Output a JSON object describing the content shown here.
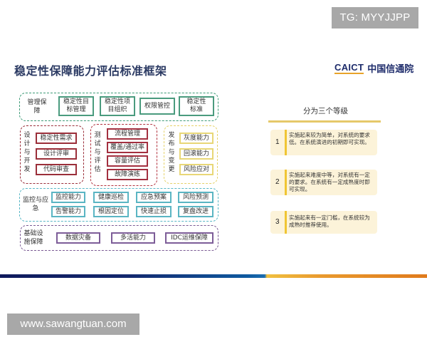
{
  "watermarks": {
    "top": "TG: MYYJJPP",
    "bottom": "www.sawangtuan.com"
  },
  "header": {
    "title": "稳定性保障能力评估标准框架",
    "logo": {
      "mark": "CAICT",
      "name": "中国信通院"
    }
  },
  "framework": {
    "management": {
      "label": "管理保障",
      "items": [
        "稳定性目标管理",
        "稳定性项目组织",
        "权限管控",
        "稳定性标准"
      ]
    },
    "design_dev": {
      "label": "设计与开发",
      "items": [
        "稳定性需求",
        "设计评审",
        "代码审查"
      ]
    },
    "test_eval": {
      "label": "测试与评估",
      "items": [
        "流程管理",
        "覆盖/通过率",
        "容量评估",
        "故障演练"
      ]
    },
    "release_change": {
      "label": "发布与变更",
      "items": [
        "灰度能力",
        "回滚能力",
        "风险应对"
      ]
    },
    "monitor_emergency": {
      "label": "监控与应急",
      "items": [
        "监控能力",
        "健康巡检",
        "应急预案",
        "风险预测",
        "告警能力",
        "根因定位",
        "快速止损",
        "复盘改进"
      ]
    },
    "infrastructure": {
      "label": "基础设施保障",
      "items": [
        "数据灾备",
        "多活能力",
        "IDC运维保障"
      ]
    }
  },
  "levels": {
    "title": "分为三个等级",
    "items": [
      {
        "num": "1",
        "text": "实施起来较为简单，对系统的要求低。在系统演进的初期即可实现。"
      },
      {
        "num": "2",
        "text": "实施起来难度中等，对系统有一定的要求。在系统有一定成熟度时即可实现。"
      },
      {
        "num": "3",
        "text": "实施起来有一定门槛，在系统较为成熟时推荐使用。"
      }
    ]
  },
  "colors": {
    "management": "#3e9b77",
    "design_dev": "#9b2f3a",
    "test_eval": "#b2323e",
    "release_change": "#e6d26a",
    "monitor_emergency": "#58b7c6",
    "infrastructure": "#7a5a93",
    "level_bg": "#fcf3d9",
    "level_accent": "#f0c533"
  }
}
